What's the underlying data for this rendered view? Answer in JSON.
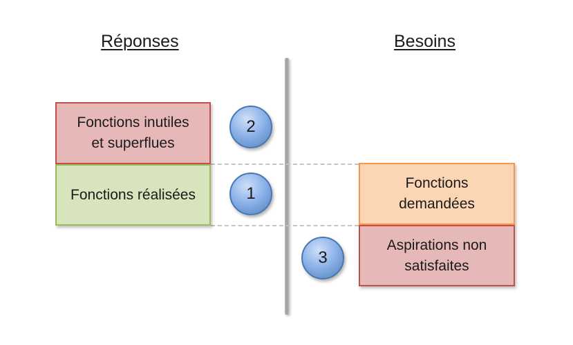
{
  "headings": {
    "left": "Réponses",
    "right": "Besoins"
  },
  "boxes": {
    "superflues": {
      "line1": "Fonctions inutiles",
      "line2": "et superflues",
      "color": "#e6b9b8",
      "border": "#c0504d"
    },
    "realisees": {
      "line1": "Fonctions réalisées",
      "color": "#d7e4bd",
      "border": "#9bbb59"
    },
    "demandees": {
      "line1": "Fonctions",
      "line2": "demandées",
      "color": "#fcd5b5",
      "border": "#f79646"
    },
    "aspirations": {
      "line1": "Aspirations non",
      "line2": "satisfaites",
      "color": "#e6b9b8",
      "border": "#c0504d"
    }
  },
  "markers": {
    "m1": "1",
    "m2": "2",
    "m3": "3",
    "color": "#8fb4ea"
  }
}
